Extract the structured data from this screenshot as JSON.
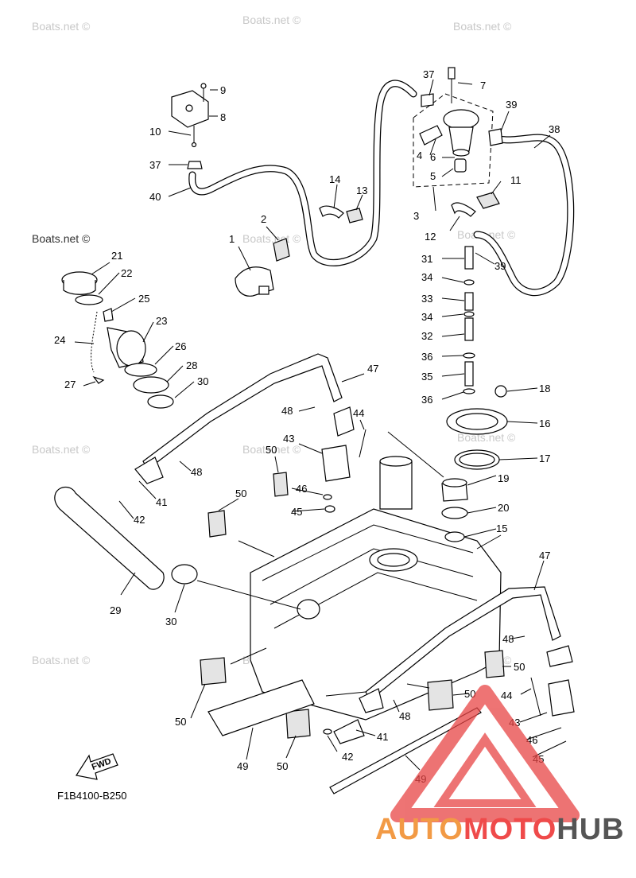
{
  "callouts": [
    {
      "id": "c1",
      "text": "1"
    },
    {
      "id": "c2",
      "text": "2"
    },
    {
      "id": "c3",
      "text": "3"
    },
    {
      "id": "c4",
      "text": "4"
    },
    {
      "id": "c5",
      "text": "5"
    },
    {
      "id": "c6",
      "text": "6"
    },
    {
      "id": "c7",
      "text": "7"
    },
    {
      "id": "c8",
      "text": "8"
    },
    {
      "id": "c9",
      "text": "9"
    },
    {
      "id": "c10",
      "text": "10"
    },
    {
      "id": "c11",
      "text": "11"
    },
    {
      "id": "c12",
      "text": "12"
    },
    {
      "id": "c13",
      "text": "13"
    },
    {
      "id": "c14",
      "text": "14"
    },
    {
      "id": "c15",
      "text": "15"
    },
    {
      "id": "c16",
      "text": "16"
    },
    {
      "id": "c17",
      "text": "17"
    },
    {
      "id": "c18",
      "text": "18"
    },
    {
      "id": "c19",
      "text": "19"
    },
    {
      "id": "c20",
      "text": "20"
    },
    {
      "id": "c21",
      "text": "21"
    },
    {
      "id": "c22",
      "text": "22"
    },
    {
      "id": "c23",
      "text": "23"
    },
    {
      "id": "c24",
      "text": "24"
    },
    {
      "id": "c25",
      "text": "25"
    },
    {
      "id": "c26",
      "text": "26"
    },
    {
      "id": "c27",
      "text": "27"
    },
    {
      "id": "c28",
      "text": "28"
    },
    {
      "id": "c29",
      "text": "29"
    },
    {
      "id": "c30a",
      "text": "30"
    },
    {
      "id": "c30b",
      "text": "30"
    },
    {
      "id": "c31",
      "text": "31"
    },
    {
      "id": "c32",
      "text": "32"
    },
    {
      "id": "c33",
      "text": "33"
    },
    {
      "id": "c34a",
      "text": "34"
    },
    {
      "id": "c34b",
      "text": "34"
    },
    {
      "id": "c35",
      "text": "35"
    },
    {
      "id": "c36a",
      "text": "36"
    },
    {
      "id": "c36b",
      "text": "36"
    },
    {
      "id": "c37a",
      "text": "37"
    },
    {
      "id": "c37b",
      "text": "37"
    },
    {
      "id": "c38",
      "text": "38"
    },
    {
      "id": "c39a",
      "text": "39"
    },
    {
      "id": "c39b",
      "text": "39"
    },
    {
      "id": "c40",
      "text": "40"
    },
    {
      "id": "c41a",
      "text": "41"
    },
    {
      "id": "c41b",
      "text": "41"
    },
    {
      "id": "c42a",
      "text": "42"
    },
    {
      "id": "c42b",
      "text": "42"
    },
    {
      "id": "c43a",
      "text": "43"
    },
    {
      "id": "c43b",
      "text": "43"
    },
    {
      "id": "c44a",
      "text": "44"
    },
    {
      "id": "c44b",
      "text": "44"
    },
    {
      "id": "c45a",
      "text": "45"
    },
    {
      "id": "c45b",
      "text": "45"
    },
    {
      "id": "c46a",
      "text": "46"
    },
    {
      "id": "c46b",
      "text": "46"
    },
    {
      "id": "c47a",
      "text": "47"
    },
    {
      "id": "c47b",
      "text": "47"
    },
    {
      "id": "c48a",
      "text": "48"
    },
    {
      "id": "c48b",
      "text": "48"
    },
    {
      "id": "c48c",
      "text": "48"
    },
    {
      "id": "c48d",
      "text": "48"
    },
    {
      "id": "c49a",
      "text": "49"
    },
    {
      "id": "c49b",
      "text": "49"
    },
    {
      "id": "c50a",
      "text": "50"
    },
    {
      "id": "c50b",
      "text": "50"
    },
    {
      "id": "c50c",
      "text": "50"
    },
    {
      "id": "c50d",
      "text": "50"
    },
    {
      "id": "c50e",
      "text": "50"
    },
    {
      "id": "c50f",
      "text": "50"
    }
  ],
  "watermark": "Boats.net ©",
  "drawing_code": "F1B4100-B250",
  "fwd_label": "FWD",
  "brand": {
    "part1": "AUTO",
    "part2": "MOTO",
    "part3": "HUB"
  },
  "colors": {
    "brand_orange": "#f29a45",
    "brand_red": "#ef4a4a",
    "brand_grey": "#555555",
    "logo_red": "#e84545"
  }
}
